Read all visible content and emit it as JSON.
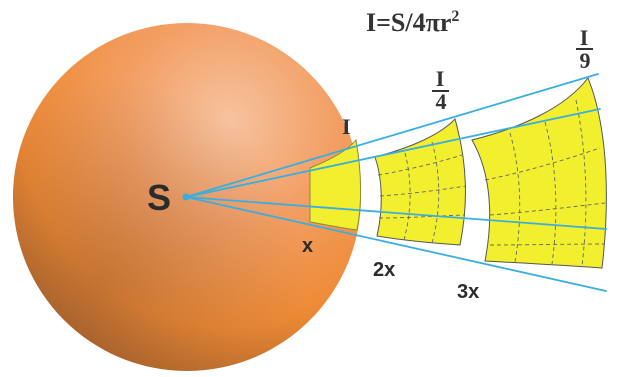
{
  "formula": {
    "lhs": "I=S/4πr",
    "exponent": "2"
  },
  "source_label": "S",
  "intensity_labels": {
    "first": "I",
    "second": {
      "numerator": "I",
      "denominator": "4"
    },
    "third": {
      "numerator": "I",
      "denominator": "9"
    }
  },
  "distance_labels": [
    "x",
    "2x",
    "3x"
  ],
  "colors": {
    "sphere": "#f08c3a",
    "patch_fill": "#f2ef2e",
    "ray": "#3aaee0",
    "text": "#333333"
  }
}
